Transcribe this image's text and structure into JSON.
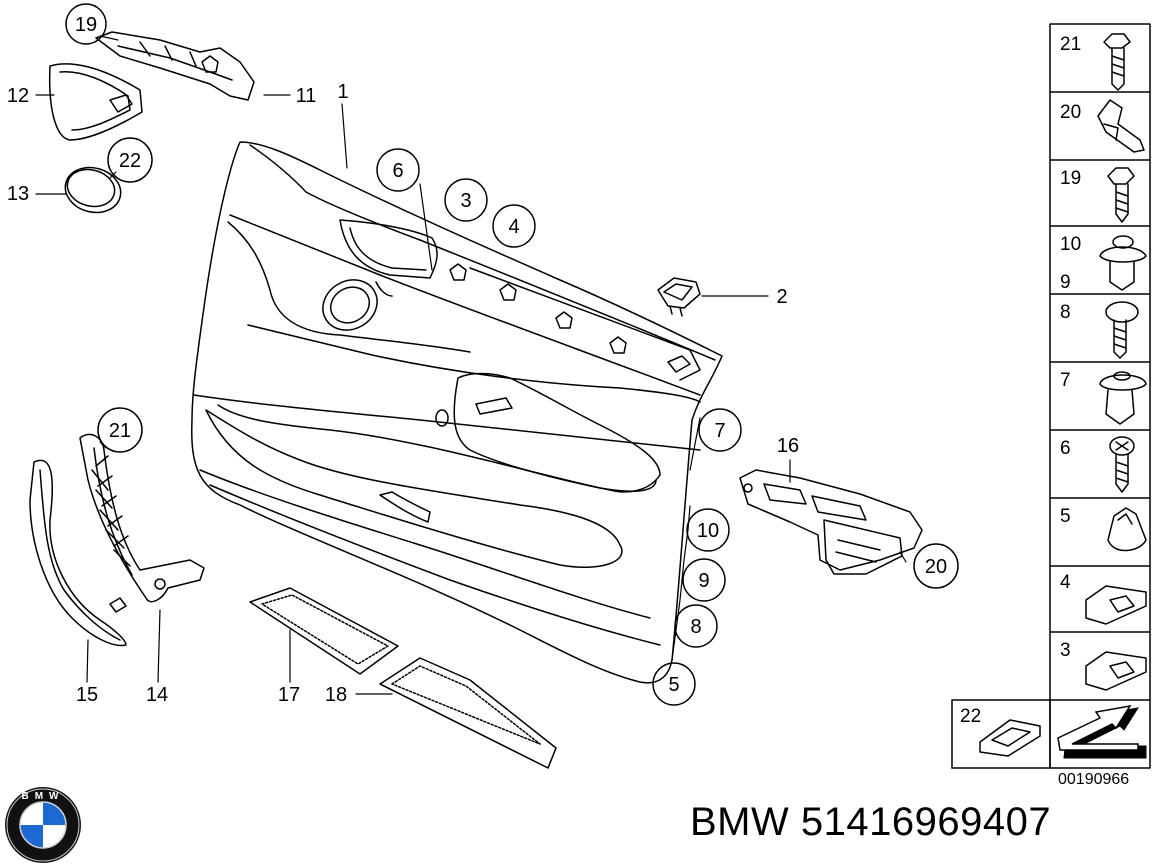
{
  "callouts": {
    "c19": "19",
    "c12": "12",
    "c11": "11",
    "c1": "1",
    "c22": "22",
    "c13": "13",
    "c6": "6",
    "c3": "3",
    "c4": "4",
    "c2": "2",
    "c7": "7",
    "c16": "16",
    "c21": "21",
    "c10": "10",
    "c9": "9",
    "c8": "8",
    "c5": "5",
    "c20": "20",
    "c15": "15",
    "c14": "14",
    "c17": "17",
    "c18": "18"
  },
  "parts_table": [
    "21",
    "20",
    "19",
    "10",
    "9",
    "8",
    "7",
    "6",
    "5",
    "4",
    "3"
  ],
  "aux_table": {
    "label": "22"
  },
  "doc_number": "00190966",
  "title": "BMW 51416969407",
  "logo": {
    "text": "BMW",
    "colors": {
      "blue": "#1c69d4",
      "white": "#ffffff",
      "ring": "#111111"
    }
  }
}
